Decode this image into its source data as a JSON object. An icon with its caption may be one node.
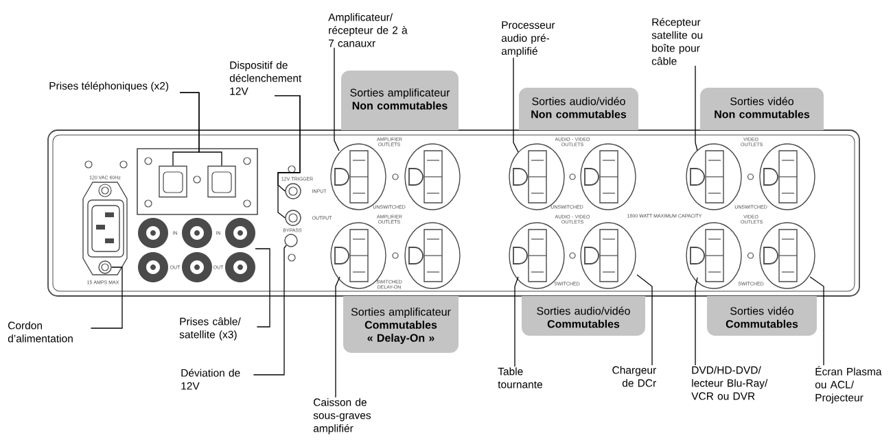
{
  "diagram": {
    "nodes": [
      {
        "text": [
          "Prises téléphoniques (x2)"
        ]
      },
      {
        "text": [
          "Dispositif de déclenchement 12V"
        ]
      },
      {
        "text": [
          "Amplificateur/ récepteur de 2 à 7 canauxr"
        ]
      },
      {
        "text": [
          "Processeur audio pré-amplifié"
        ]
      },
      {
        "text": [
          "Récepteur satellite ou boîte pour câble"
        ]
      },
      {
        "text": [
          "Cordon d’alimentation"
        ]
      },
      {
        "text": [
          "Prises câble/ satellite (x3)"
        ]
      },
      {
        "text": [
          "Déviation de 12V"
        ]
      },
      {
        "text": [
          "Caisson de sous-graves amplifiér"
        ]
      },
      {
        "text": [
          "Table tournante"
        ]
      },
      {
        "text": [
          "Chargeur de DCr"
        ]
      },
      {
        "text": [
          "DVD/HD-DVD/ lecteur Blu-Ray/ VCR ou DVR"
        ]
      },
      {
        "text": [
          "Écran Plasma ou ACL/ Projecteur"
        ]
      },
      {
        "text": [
          "Sorties amplificateur",
          "Non commutables"
        ]
      },
      {
        "text": [
          "Sorties audio/vidéo",
          "Non commutables"
        ]
      },
      {
        "text": [
          "Sorties vidéo",
          "Non commutables"
        ]
      },
      {
        "text": [
          "Sorties amplificateur",
          "Commutables « Delay-On »"
        ]
      },
      {
        "text": [
          "Sorties audio/vidéo",
          "Commutables"
        ]
      },
      {
        "text": [
          "Sorties vidéo",
          "Commutables"
        ]
      },
      {
        "text": [],
        "shape": "box"
      },
      {
        "text": [],
        "shape": "box"
      },
      {
        "text": [],
        "shape": "circle"
      },
      {
        "text": [],
        "shape": "circle"
      },
      {
        "text": [],
        "shape": "circle"
      },
      {
        "text": [],
        "shape": "circle"
      }
    ],
    "edges": [
      {
        "from": 0,
        "to": 19,
        "arrow": "none"
      },
      {
        "from": 0,
        "to": 20,
        "arrow": "none"
      },
      {
        "from": 1,
        "to": 21,
        "arrow": "none"
      },
      {
        "from": 1,
        "to": 22,
        "arrow": "none"
      },
      {
        "from": 2,
        "to": null,
        "arrow": "none"
      },
      {
        "from": 3,
        "to": null,
        "arrow": "none"
      },
      {
        "from": 4,
        "to": null,
        "arrow": "none"
      },
      {
        "from": 5,
        "to": 24,
        "arrow": "none"
      },
      {
        "from": 6,
        "to": null,
        "arrow": "none"
      },
      {
        "from": 7,
        "to": 23,
        "arrow": "none"
      },
      {
        "from": 8,
        "to": null,
        "arrow": "none"
      },
      {
        "from": 9,
        "to": null,
        "arrow": "none"
      },
      {
        "from": 10,
        "to": null,
        "arrow": "none"
      },
      {
        "from": 11,
        "to": null,
        "arrow": "none"
      },
      {
        "from": 12,
        "to": null,
        "arrow": "none"
      }
    ],
    "labels": [
      "120 VAC 60Hz",
      "12V TRIGGER",
      "AMPLIFIER OUTLETS",
      "AUDIO - VIDEO OUTLETS",
      "VIDEO OUTLETS",
      "INPUT",
      "IN",
      "IN",
      "OUTPUT",
      "UNSWITCHED",
      "UNSWITCHED",
      "UNSWITCHED",
      "1800 WATT MAXIMUM CAPACITY",
      "AMPLIFIER OUTLETS",
      "AUDIO - VIDEO OUTLETS",
      "VIDEO OUTLETS",
      "BYPASS",
      "OUT",
      "OUT",
      "15 AMPS MAX",
      "SWITCHED DELAY-ON",
      "SWITCHED",
      "SWITCHED"
    ]
  }
}
